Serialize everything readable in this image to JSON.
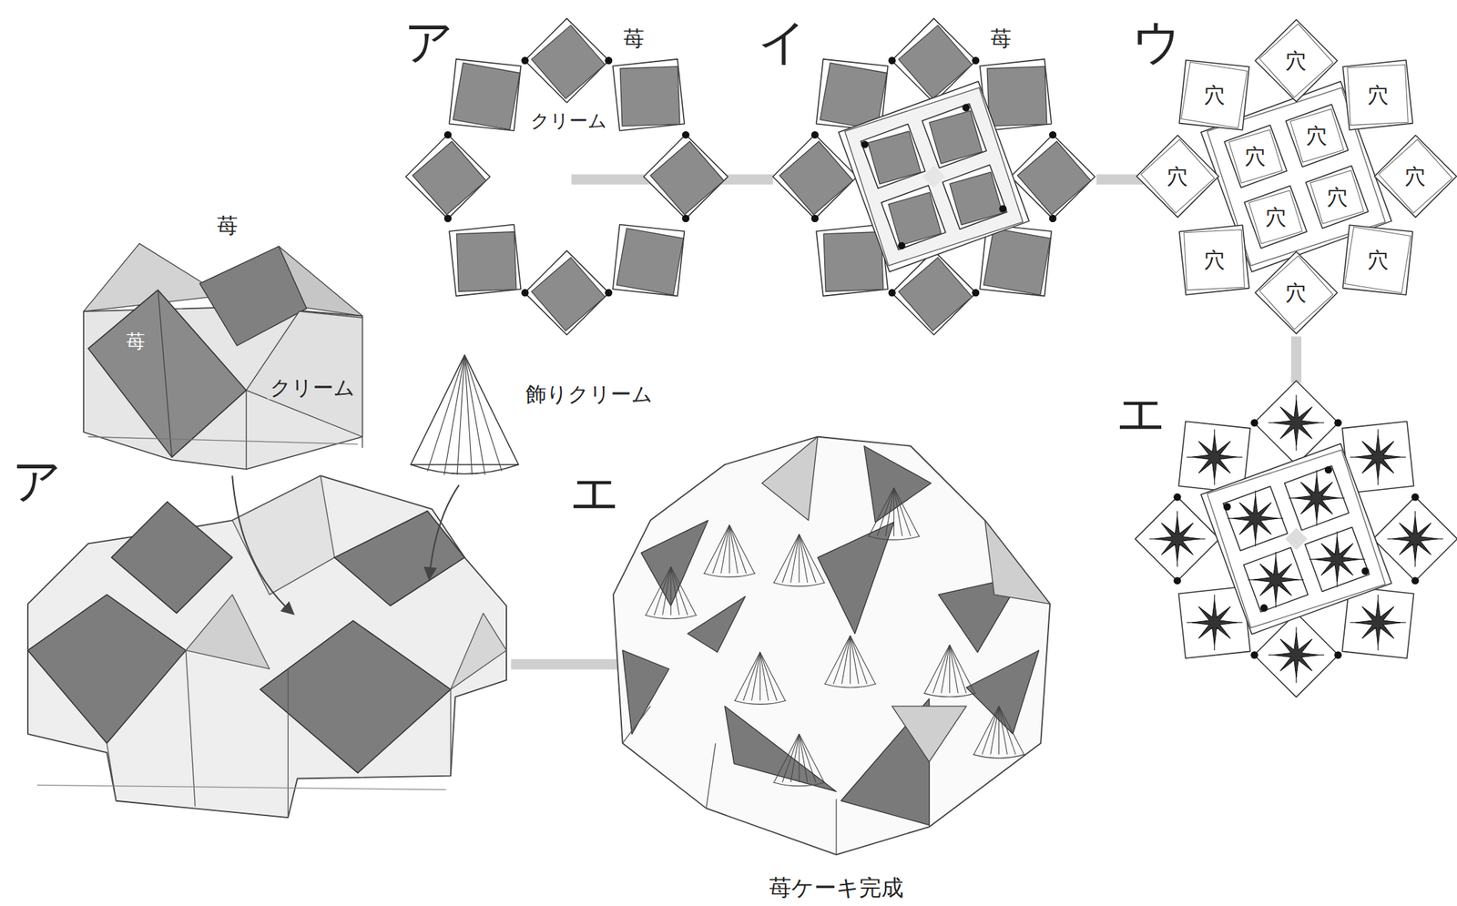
{
  "diagram": {
    "nodes": [
      {
        "text": [
          "穴"
        ]
      },
      {
        "text": [
          "穴"
        ]
      },
      {
        "text": [
          "穴"
        ]
      },
      {
        "text": [
          "穴"
        ]
      },
      {
        "text": [
          "穴"
        ]
      },
      {
        "text": [
          "穴"
        ]
      },
      {
        "text": [
          "穴"
        ]
      },
      {
        "text": [
          "穴"
        ]
      },
      {
        "text": [
          "穴"
        ]
      },
      {
        "text": [
          "穴"
        ]
      },
      {
        "text": [
          "穴"
        ]
      },
      {
        "text": [
          "穴"
        ]
      }
    ],
    "labels": [
      "ア",
      "苺",
      "クリーム",
      "イ",
      "苺",
      "ウ",
      "エ",
      "苺",
      "苺",
      "クリーム",
      "飾りクリーム",
      "ア",
      "エ",
      "苺ケーキ完成"
    ]
  }
}
